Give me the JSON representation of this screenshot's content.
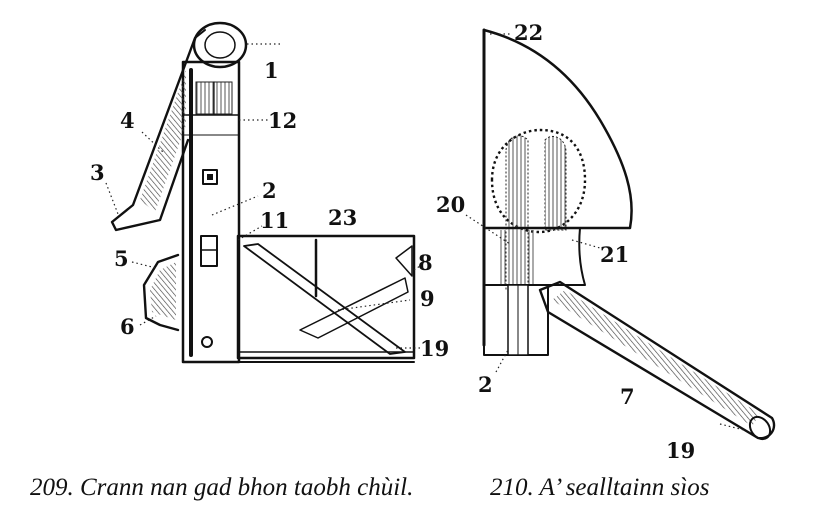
{
  "figure": {
    "left_labels": [
      {
        "id": "1",
        "text": "1"
      },
      {
        "id": "12",
        "text": "12"
      },
      {
        "id": "4",
        "text": "4"
      },
      {
        "id": "3",
        "text": "3"
      },
      {
        "id": "2",
        "text": "2"
      },
      {
        "id": "11",
        "text": "11"
      },
      {
        "id": "23",
        "text": "23"
      },
      {
        "id": "5",
        "text": "5"
      },
      {
        "id": "8",
        "text": "8"
      },
      {
        "id": "9",
        "text": "9"
      },
      {
        "id": "6",
        "text": "6"
      },
      {
        "id": "19",
        "text": "19"
      }
    ],
    "right_labels": [
      {
        "id": "22",
        "text": "22"
      },
      {
        "id": "20",
        "text": "20"
      },
      {
        "id": "21",
        "text": "21"
      },
      {
        "id": "2",
        "text": "2"
      },
      {
        "id": "7",
        "text": "7"
      },
      {
        "id": "19",
        "text": "19"
      }
    ]
  },
  "captions": {
    "left": "209.  Crann nan gad bhon taobh chùil.",
    "right": "210.  A’ sealltainn sìos"
  }
}
